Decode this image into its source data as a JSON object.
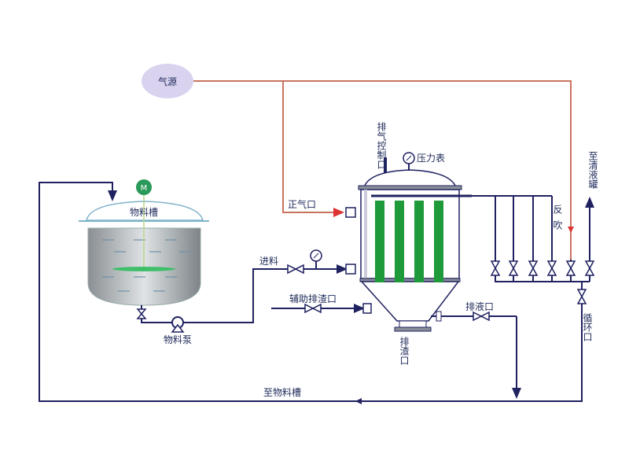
{
  "labels": {
    "gas_source": "气源",
    "exhaust_port": "排气控制口",
    "pressure_gauge": "压力表",
    "positive_gas_port": "正气口",
    "feed": "进料",
    "material_tank": "物料槽",
    "material_pump": "物料泵",
    "aux_slag_port": "辅助排渣口",
    "drain_port": "排液口",
    "slag_outlet": "排渣口",
    "back_blow": "反吹",
    "to_clear_tank": "至清液罐",
    "circulation_port": "循环口",
    "to_material_tank": "至物料槽",
    "motor": "M"
  },
  "colors": {
    "pipe": "#1f2160",
    "gas_line": "#c9735f",
    "filter_element": "#1e9a3a",
    "gas_source_fill": "#d9d3ef"
  }
}
